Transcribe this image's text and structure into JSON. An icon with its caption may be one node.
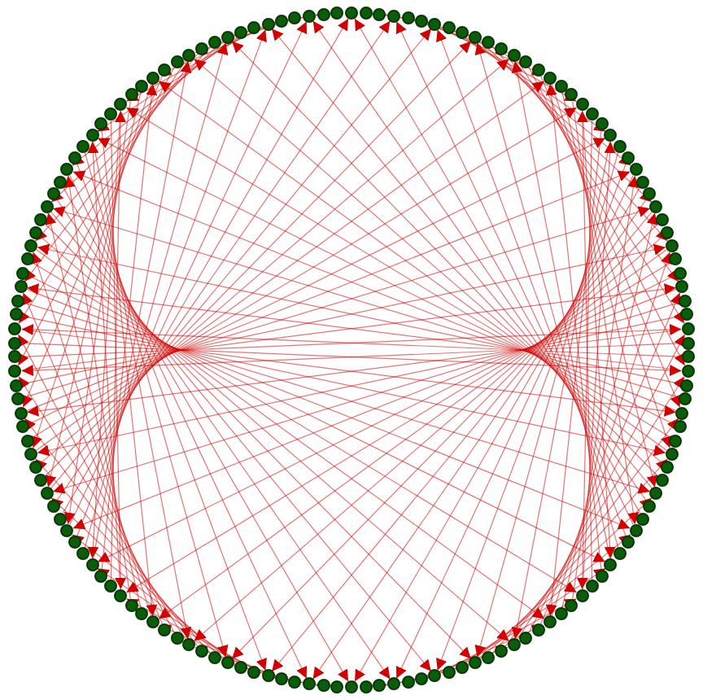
{
  "diagram": {
    "nodes": [
      {
        "text": [],
        "shape": "circle"
      },
      {
        "text": [],
        "shape": "circle"
      },
      {
        "text": [],
        "shape": "circle"
      },
      {
        "text": [],
        "shape": "circle"
      },
      {
        "text": [],
        "shape": "circle"
      },
      {
        "text": [],
        "shape": "circle"
      },
      {
        "text": [],
        "shape": "circle"
      },
      {
        "text": [],
        "shape": "circle"
      },
      {
        "text": [],
        "shape": "circle"
      },
      {
        "text": [],
        "shape": "circle"
      },
      {
        "text": [],
        "shape": "circle"
      },
      {
        "text": [],
        "shape": "circle"
      },
      {
        "text": [],
        "shape": "circle"
      },
      {
        "text": [],
        "shape": "circle"
      },
      {
        "text": [],
        "shape": "circle"
      },
      {
        "text": [],
        "shape": "circle"
      },
      {
        "text": [],
        "shape": "circle"
      },
      {
        "text": [],
        "shape": "circle"
      },
      {
        "text": [],
        "shape": "circle"
      },
      {
        "text": [],
        "shape": "circle"
      },
      {
        "text": [],
        "shape": "circle"
      },
      {
        "text": [],
        "shape": "circle"
      },
      {
        "text": [],
        "shape": "circle"
      },
      {
        "text": [],
        "shape": "circle"
      },
      {
        "text": [],
        "shape": "circle"
      },
      {
        "text": [],
        "shape": "circle"
      },
      {
        "text": [],
        "shape": "circle"
      },
      {
        "text": [],
        "shape": "circle"
      },
      {
        "text": [],
        "shape": "circle"
      },
      {
        "text": [],
        "shape": "circle"
      },
      {
        "text": [],
        "shape": "circle"
      },
      {
        "text": [],
        "shape": "circle"
      },
      {
        "text": [],
        "shape": "circle"
      },
      {
        "text": [],
        "shape": "circle"
      },
      {
        "text": [],
        "shape": "circle"
      },
      {
        "text": [],
        "shape": "circle"
      },
      {
        "text": [],
        "shape": "circle"
      },
      {
        "text": [],
        "shape": "circle"
      },
      {
        "text": [],
        "shape": "circle"
      },
      {
        "text": [],
        "shape": "circle"
      },
      {
        "text": [],
        "shape": "circle"
      },
      {
        "text": [],
        "shape": "circle"
      },
      {
        "text": [],
        "shape": "circle"
      },
      {
        "text": [],
        "shape": "circle"
      },
      {
        "text": [],
        "shape": "circle"
      },
      {
        "text": [],
        "shape": "circle"
      },
      {
        "text": [],
        "shape": "circle"
      },
      {
        "text": [],
        "shape": "circle"
      },
      {
        "text": [],
        "shape": "circle"
      },
      {
        "text": [],
        "shape": "circle"
      },
      {
        "text": [],
        "shape": "circle"
      },
      {
        "text": [],
        "shape": "circle"
      },
      {
        "text": [],
        "shape": "circle"
      },
      {
        "text": [],
        "shape": "circle"
      },
      {
        "text": [],
        "shape": "circle"
      },
      {
        "text": [],
        "shape": "circle"
      },
      {
        "text": [],
        "shape": "circle"
      },
      {
        "text": [],
        "shape": "circle"
      },
      {
        "text": [],
        "shape": "circle"
      },
      {
        "text": [],
        "shape": "circle"
      },
      {
        "text": [],
        "shape": "circle"
      },
      {
        "text": [],
        "shape": "circle"
      },
      {
        "text": [],
        "shape": "circle"
      },
      {
        "text": [],
        "shape": "circle"
      },
      {
        "text": [],
        "shape": "circle"
      },
      {
        "text": [],
        "shape": "circle"
      },
      {
        "text": [],
        "shape": "circle"
      },
      {
        "text": [],
        "shape": "circle"
      },
      {
        "text": [],
        "shape": "circle"
      },
      {
        "text": [],
        "shape": "circle"
      },
      {
        "text": [],
        "shape": "circle"
      },
      {
        "text": [],
        "shape": "circle"
      },
      {
        "text": [],
        "shape": "circle"
      },
      {
        "text": [],
        "shape": "circle"
      },
      {
        "text": [],
        "shape": "circle"
      },
      {
        "text": [],
        "shape": "circle"
      },
      {
        "text": [],
        "shape": "circle"
      },
      {
        "text": [],
        "shape": "circle"
      },
      {
        "text": [],
        "shape": "circle"
      },
      {
        "text": [],
        "shape": "circle"
      },
      {
        "text": [],
        "shape": "circle"
      },
      {
        "text": [],
        "shape": "circle"
      },
      {
        "text": [],
        "shape": "circle"
      },
      {
        "text": [],
        "shape": "circle"
      },
      {
        "text": [],
        "shape": "circle"
      },
      {
        "text": [],
        "shape": "circle"
      },
      {
        "text": [],
        "shape": "circle"
      },
      {
        "text": [],
        "shape": "circle"
      },
      {
        "text": [],
        "shape": "circle"
      },
      {
        "text": [],
        "shape": "circle"
      },
      {
        "text": [],
        "shape": "circle"
      },
      {
        "text": [],
        "shape": "circle"
      },
      {
        "text": [],
        "shape": "circle"
      },
      {
        "text": [],
        "shape": "circle"
      },
      {
        "text": [],
        "shape": "circle"
      },
      {
        "text": [],
        "shape": "circle"
      },
      {
        "text": [],
        "shape": "circle"
      },
      {
        "text": [],
        "shape": "circle"
      },
      {
        "text": [],
        "shape": "circle"
      },
      {
        "text": [],
        "shape": "circle"
      },
      {
        "text": [],
        "shape": "circle"
      },
      {
        "text": [],
        "shape": "circle"
      },
      {
        "text": [],
        "shape": "circle"
      },
      {
        "text": [],
        "shape": "circle"
      },
      {
        "text": [],
        "shape": "circle"
      },
      {
        "text": [],
        "shape": "circle"
      },
      {
        "text": [],
        "shape": "circle"
      },
      {
        "text": [],
        "shape": "circle"
      },
      {
        "text": [],
        "shape": "circle"
      },
      {
        "text": [],
        "shape": "circle"
      },
      {
        "text": [],
        "shape": "circle"
      },
      {
        "text": [],
        "shape": "circle"
      },
      {
        "text": [],
        "shape": "circle"
      },
      {
        "text": [],
        "shape": "circle"
      },
      {
        "text": [],
        "shape": "circle"
      },
      {
        "text": [],
        "shape": "circle"
      },
      {
        "text": [],
        "shape": "circle"
      },
      {
        "text": [],
        "shape": "circle"
      },
      {
        "text": [],
        "shape": "circle"
      },
      {
        "text": [],
        "shape": "circle"
      },
      {
        "text": [],
        "shape": "circle"
      },
      {
        "text": [],
        "shape": "circle"
      },
      {
        "text": [],
        "shape": "circle"
      },
      {
        "text": [],
        "shape": "circle"
      },
      {
        "text": [],
        "shape": "circle"
      },
      {
        "text": [],
        "shape": "circle"
      },
      {
        "text": [],
        "shape": "circle"
      },
      {
        "text": [],
        "shape": "circle"
      },
      {
        "text": [],
        "shape": "circle"
      },
      {
        "text": [],
        "shape": "circle"
      },
      {
        "text": [],
        "shape": "circle"
      },
      {
        "text": [],
        "shape": "circle"
      },
      {
        "text": [],
        "shape": "circle"
      },
      {
        "text": [],
        "shape": "circle"
      },
      {
        "text": [],
        "shape": "circle"
      },
      {
        "text": [],
        "shape": "circle"
      },
      {
        "text": [],
        "shape": "circle"
      },
      {
        "text": [],
        "shape": "circle"
      },
      {
        "text": [],
        "shape": "circle"
      },
      {
        "text": [],
        "shape": "circle"
      },
      {
        "text": [],
        "shape": "circle"
      },
      {
        "text": [],
        "shape": "circle"
      },
      {
        "text": [],
        "shape": "circle"
      },
      {
        "text": [],
        "shape": "circle"
      },
      {
        "text": [],
        "shape": "circle"
      },
      {
        "text": [],
        "shape": "circle"
      },
      {
        "text": [],
        "shape": "circle"
      },
      {
        "text": [],
        "shape": "circle"
      },
      {
        "text": [],
        "shape": "circle"
      },
      {
        "text": [],
        "shape": "circle"
      }
    ],
    "edges": [
      {
        "from": 1,
        "to": 3,
        "arrow": "to"
      },
      {
        "from": 2,
        "to": 6,
        "arrow": "to"
      },
      {
        "from": 3,
        "to": 9,
        "arrow": "to"
      },
      {
        "from": 4,
        "to": 12,
        "arrow": "to"
      },
      {
        "from": 5,
        "to": 15,
        "arrow": "to"
      },
      {
        "from": 6,
        "to": 18,
        "arrow": "to"
      },
      {
        "from": 7,
        "to": 21,
        "arrow": "to"
      },
      {
        "from": 8,
        "to": 24,
        "arrow": "to"
      },
      {
        "from": 9,
        "to": 27,
        "arrow": "to"
      },
      {
        "from": 10,
        "to": 30,
        "arrow": "to"
      },
      {
        "from": 11,
        "to": 33,
        "arrow": "to"
      },
      {
        "from": 12,
        "to": 36,
        "arrow": "to"
      },
      {
        "from": 13,
        "to": 39,
        "arrow": "to"
      },
      {
        "from": 14,
        "to": 42,
        "arrow": "to"
      },
      {
        "from": 15,
        "to": 45,
        "arrow": "to"
      },
      {
        "from": 16,
        "to": 48,
        "arrow": "to"
      },
      {
        "from": 17,
        "to": 51,
        "arrow": "to"
      },
      {
        "from": 18,
        "to": 54,
        "arrow": "to"
      },
      {
        "from": 19,
        "to": 57,
        "arrow": "to"
      },
      {
        "from": 20,
        "to": 60,
        "arrow": "to"
      },
      {
        "from": 21,
        "to": 63,
        "arrow": "to"
      },
      {
        "from": 22,
        "to": 66,
        "arrow": "to"
      },
      {
        "from": 23,
        "to": 69,
        "arrow": "to"
      },
      {
        "from": 24,
        "to": 72,
        "arrow": "to"
      },
      {
        "from": 25,
        "to": 75,
        "arrow": "to"
      },
      {
        "from": 26,
        "to": 78,
        "arrow": "to"
      },
      {
        "from": 27,
        "to": 81,
        "arrow": "to"
      },
      {
        "from": 28,
        "to": 84,
        "arrow": "to"
      },
      {
        "from": 29,
        "to": 87,
        "arrow": "to"
      },
      {
        "from": 30,
        "to": 90,
        "arrow": "to"
      },
      {
        "from": 31,
        "to": 93,
        "arrow": "to"
      },
      {
        "from": 32,
        "to": 96,
        "arrow": "to"
      },
      {
        "from": 33,
        "to": 99,
        "arrow": "to"
      },
      {
        "from": 34,
        "to": 102,
        "arrow": "to"
      },
      {
        "from": 35,
        "to": 105,
        "arrow": "to"
      },
      {
        "from": 36,
        "to": 108,
        "arrow": "to"
      },
      {
        "from": 37,
        "to": 111,
        "arrow": "to"
      },
      {
        "from": 38,
        "to": 114,
        "arrow": "to"
      },
      {
        "from": 39,
        "to": 117,
        "arrow": "to"
      },
      {
        "from": 40,
        "to": 120,
        "arrow": "to"
      },
      {
        "from": 41,
        "to": 123,
        "arrow": "to"
      },
      {
        "from": 42,
        "to": 126,
        "arrow": "to"
      },
      {
        "from": 43,
        "to": 129,
        "arrow": "to"
      },
      {
        "from": 44,
        "to": 132,
        "arrow": "to"
      },
      {
        "from": 45,
        "to": 135,
        "arrow": "to"
      },
      {
        "from": 46,
        "to": 138,
        "arrow": "to"
      },
      {
        "from": 47,
        "to": 141,
        "arrow": "to"
      },
      {
        "from": 48,
        "to": 144,
        "arrow": "to"
      },
      {
        "from": 49,
        "to": 147,
        "arrow": "to"
      },
      {
        "from": 50,
        "to": 0,
        "arrow": "to"
      },
      {
        "from": 51,
        "to": 3,
        "arrow": "to"
      },
      {
        "from": 52,
        "to": 6,
        "arrow": "to"
      },
      {
        "from": 53,
        "to": 9,
        "arrow": "to"
      },
      {
        "from": 54,
        "to": 12,
        "arrow": "to"
      },
      {
        "from": 55,
        "to": 15,
        "arrow": "to"
      },
      {
        "from": 56,
        "to": 18,
        "arrow": "to"
      },
      {
        "from": 57,
        "to": 21,
        "arrow": "to"
      },
      {
        "from": 58,
        "to": 24,
        "arrow": "to"
      },
      {
        "from": 59,
        "to": 27,
        "arrow": "to"
      },
      {
        "from": 60,
        "to": 30,
        "arrow": "to"
      },
      {
        "from": 61,
        "to": 33,
        "arrow": "to"
      },
      {
        "from": 62,
        "to": 36,
        "arrow": "to"
      },
      {
        "from": 63,
        "to": 39,
        "arrow": "to"
      },
      {
        "from": 64,
        "to": 42,
        "arrow": "to"
      },
      {
        "from": 65,
        "to": 45,
        "arrow": "to"
      },
      {
        "from": 66,
        "to": 48,
        "arrow": "to"
      },
      {
        "from": 67,
        "to": 51,
        "arrow": "to"
      },
      {
        "from": 68,
        "to": 54,
        "arrow": "to"
      },
      {
        "from": 69,
        "to": 57,
        "arrow": "to"
      },
      {
        "from": 70,
        "to": 60,
        "arrow": "to"
      },
      {
        "from": 71,
        "to": 63,
        "arrow": "to"
      },
      {
        "from": 72,
        "to": 66,
        "arrow": "to"
      },
      {
        "from": 73,
        "to": 69,
        "arrow": "to"
      },
      {
        "from": 74,
        "to": 72,
        "arrow": "to"
      },
      {
        "from": 76,
        "to": 78,
        "arrow": "to"
      },
      {
        "from": 77,
        "to": 81,
        "arrow": "to"
      },
      {
        "from": 78,
        "to": 84,
        "arrow": "to"
      },
      {
        "from": 79,
        "to": 87,
        "arrow": "to"
      },
      {
        "from": 80,
        "to": 90,
        "arrow": "to"
      },
      {
        "from": 81,
        "to": 93,
        "arrow": "to"
      },
      {
        "from": 82,
        "to": 96,
        "arrow": "to"
      },
      {
        "from": 83,
        "to": 99,
        "arrow": "to"
      },
      {
        "from": 84,
        "to": 102,
        "arrow": "to"
      },
      {
        "from": 85,
        "to": 105,
        "arrow": "to"
      },
      {
        "from": 86,
        "to": 108,
        "arrow": "to"
      },
      {
        "from": 87,
        "to": 111,
        "arrow": "to"
      },
      {
        "from": 88,
        "to": 114,
        "arrow": "to"
      },
      {
        "from": 89,
        "to": 117,
        "arrow": "to"
      },
      {
        "from": 90,
        "to": 120,
        "arrow": "to"
      },
      {
        "from": 91,
        "to": 123,
        "arrow": "to"
      },
      {
        "from": 92,
        "to": 126,
        "arrow": "to"
      },
      {
        "from": 93,
        "to": 129,
        "arrow": "to"
      },
      {
        "from": 94,
        "to": 132,
        "arrow": "to"
      },
      {
        "from": 95,
        "to": 135,
        "arrow": "to"
      },
      {
        "from": 96,
        "to": 138,
        "arrow": "to"
      },
      {
        "from": 97,
        "to": 141,
        "arrow": "to"
      },
      {
        "from": 98,
        "to": 144,
        "arrow": "to"
      },
      {
        "from": 99,
        "to": 147,
        "arrow": "to"
      },
      {
        "from": 100,
        "to": 0,
        "arrow": "to"
      },
      {
        "from": 101,
        "to": 3,
        "arrow": "to"
      },
      {
        "from": 102,
        "to": 6,
        "arrow": "to"
      },
      {
        "from": 103,
        "to": 9,
        "arrow": "to"
      },
      {
        "from": 104,
        "to": 12,
        "arrow": "to"
      },
      {
        "from": 105,
        "to": 15,
        "arrow": "to"
      },
      {
        "from": 106,
        "to": 18,
        "arrow": "to"
      },
      {
        "from": 107,
        "to": 21,
        "arrow": "to"
      },
      {
        "from": 108,
        "to": 24,
        "arrow": "to"
      },
      {
        "from": 109,
        "to": 27,
        "arrow": "to"
      },
      {
        "from": 110,
        "to": 30,
        "arrow": "to"
      },
      {
        "from": 111,
        "to": 33,
        "arrow": "to"
      },
      {
        "from": 112,
        "to": 36,
        "arrow": "to"
      },
      {
        "from": 113,
        "to": 39,
        "arrow": "to"
      },
      {
        "from": 114,
        "to": 42,
        "arrow": "to"
      },
      {
        "from": 115,
        "to": 45,
        "arrow": "to"
      },
      {
        "from": 116,
        "to": 48,
        "arrow": "to"
      },
      {
        "from": 117,
        "to": 51,
        "arrow": "to"
      },
      {
        "from": 118,
        "to": 54,
        "arrow": "to"
      },
      {
        "from": 119,
        "to": 57,
        "arrow": "to"
      },
      {
        "from": 120,
        "to": 60,
        "arrow": "to"
      },
      {
        "from": 121,
        "to": 63,
        "arrow": "to"
      },
      {
        "from": 122,
        "to": 66,
        "arrow": "to"
      },
      {
        "from": 123,
        "to": 69,
        "arrow": "to"
      },
      {
        "from": 124,
        "to": 72,
        "arrow": "to"
      },
      {
        "from": 125,
        "to": 75,
        "arrow": "to"
      },
      {
        "from": 126,
        "to": 78,
        "arrow": "to"
      },
      {
        "from": 127,
        "to": 81,
        "arrow": "to"
      },
      {
        "from": 128,
        "to": 84,
        "arrow": "to"
      },
      {
        "from": 129,
        "to": 87,
        "arrow": "to"
      },
      {
        "from": 130,
        "to": 90,
        "arrow": "to"
      },
      {
        "from": 131,
        "to": 93,
        "arrow": "to"
      },
      {
        "from": 132,
        "to": 96,
        "arrow": "to"
      },
      {
        "from": 133,
        "to": 99,
        "arrow": "to"
      },
      {
        "from": 134,
        "to": 102,
        "arrow": "to"
      },
      {
        "from": 135,
        "to": 105,
        "arrow": "to"
      },
      {
        "from": 136,
        "to": 108,
        "arrow": "to"
      },
      {
        "from": 137,
        "to": 111,
        "arrow": "to"
      },
      {
        "from": 138,
        "to": 114,
        "arrow": "to"
      },
      {
        "from": 139,
        "to": 117,
        "arrow": "to"
      },
      {
        "from": 140,
        "to": 120,
        "arrow": "to"
      },
      {
        "from": 141,
        "to": 123,
        "arrow": "to"
      },
      {
        "from": 142,
        "to": 126,
        "arrow": "to"
      },
      {
        "from": 143,
        "to": 129,
        "arrow": "to"
      },
      {
        "from": 144,
        "to": 132,
        "arrow": "to"
      },
      {
        "from": 145,
        "to": 135,
        "arrow": "to"
      },
      {
        "from": 146,
        "to": 138,
        "arrow": "to"
      },
      {
        "from": 147,
        "to": 141,
        "arrow": "to"
      },
      {
        "from": 148,
        "to": 144,
        "arrow": "to"
      },
      {
        "from": 149,
        "to": 147,
        "arrow": "to"
      }
    ]
  }
}
